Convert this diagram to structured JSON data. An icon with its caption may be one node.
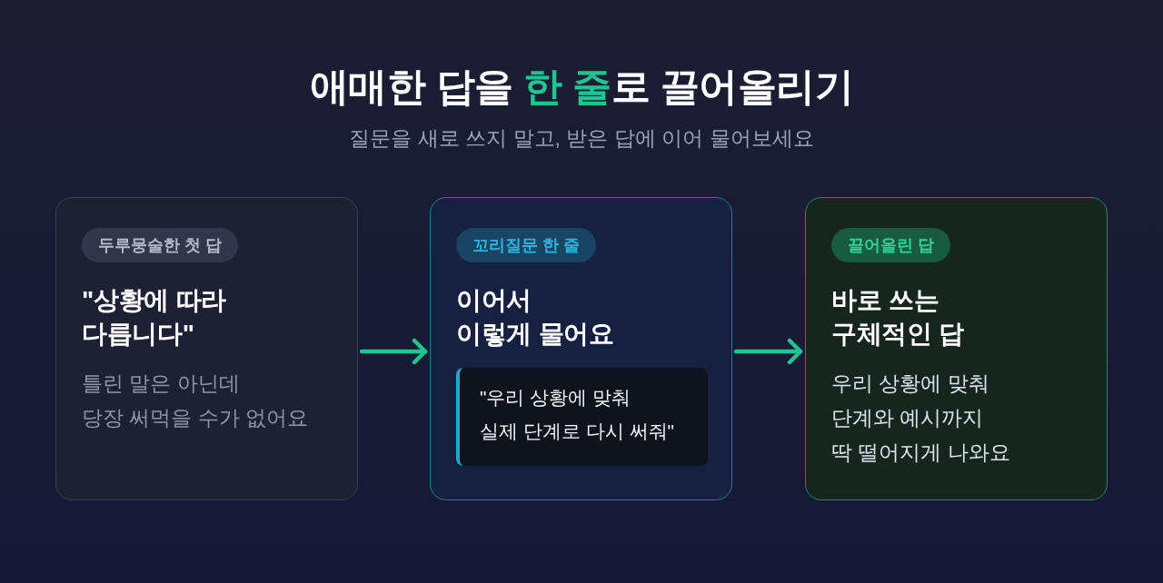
{
  "diagram": {
    "title": "애매한 답을 한 줄로 끌어올리기",
    "nodes": [
      {
        "text": [
          "\"상황에 따라 다릅니다\"",
          "틀린 말은 아닌데 당장 써먹을 수가 없어요"
        ]
      },
      {
        "text": [
          "두루뭉술한 첫 답"
        ],
        "in": 0
      },
      {
        "text": [
          "이어서 이렇게 물어요"
        ]
      },
      {
        "text": [
          "꼬리질문 한 줄"
        ],
        "in": 2
      },
      {
        "text": [
          "\"우리 상황에 맞춰 실제 단계로 다시 써줘\""
        ],
        "in": 2
      },
      {
        "text": [
          "바로 쓰는 구체적인 답",
          "우리 상황에 맞춰 단계와 예시까지 딱 떨어지게 나와요"
        ]
      },
      {
        "text": [
          "끌어올린 답"
        ],
        "in": 5
      }
    ],
    "edges": [
      {
        "from": 0,
        "to": 2,
        "arrow": "to"
      },
      {
        "from": 2,
        "to": 5,
        "arrow": "to"
      }
    ],
    "labels": [
      "질문을 새로 쓰지 말고, 받은 답에 이어 물어보세요"
    ]
  }
}
